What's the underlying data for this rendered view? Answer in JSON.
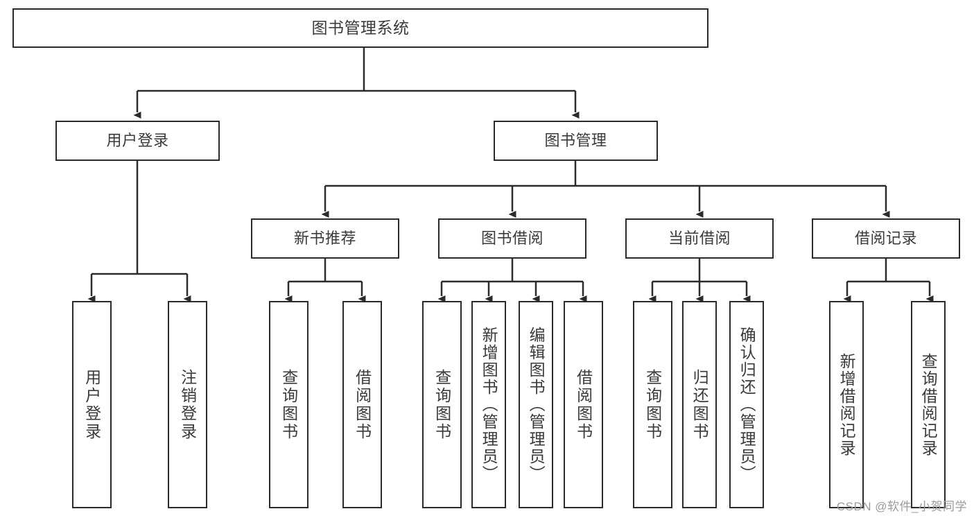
{
  "diagram": {
    "title": "图书管理系统",
    "root": {
      "id": "root",
      "label": "图书管理系统"
    },
    "level1": [
      {
        "id": "user-login",
        "label": "用户登录"
      },
      {
        "id": "book-manage",
        "label": "图书管理"
      }
    ],
    "level2": [
      {
        "id": "new-book-recommend",
        "label": "新书推荐"
      },
      {
        "id": "book-borrow",
        "label": "图书借阅"
      },
      {
        "id": "current-borrow",
        "label": "当前借阅"
      },
      {
        "id": "borrow-record",
        "label": "借阅记录"
      }
    ],
    "leaves": [
      {
        "id": "leaf-user-login",
        "label": "用户登录",
        "parent": "user-login"
      },
      {
        "id": "leaf-logout-login",
        "label": "注销登录",
        "parent": "user-login"
      },
      {
        "id": "leaf-query-book-1",
        "label": "查询图书",
        "parent": "new-book-recommend"
      },
      {
        "id": "leaf-borrow-book-1",
        "label": "借阅图书",
        "parent": "new-book-recommend"
      },
      {
        "id": "leaf-query-book-2",
        "label": "查询图书",
        "parent": "book-borrow"
      },
      {
        "id": "leaf-add-book",
        "label": "新增图书（管理员）",
        "parent": "book-borrow"
      },
      {
        "id": "leaf-edit-book",
        "label": "编辑图书（管理员）",
        "parent": "book-borrow"
      },
      {
        "id": "leaf-borrow-book-2",
        "label": "借阅图书",
        "parent": "book-borrow"
      },
      {
        "id": "leaf-query-book-3",
        "label": "查询图书",
        "parent": "current-borrow"
      },
      {
        "id": "leaf-return-book",
        "label": "归还图书",
        "parent": "current-borrow"
      },
      {
        "id": "leaf-confirm-return",
        "label": "确认归还（管理员）",
        "parent": "current-borrow"
      },
      {
        "id": "leaf-add-record",
        "label": "新增借阅记录",
        "parent": "borrow-record"
      },
      {
        "id": "leaf-query-record",
        "label": "查询借阅记录",
        "parent": "borrow-record"
      }
    ],
    "colors": {
      "stroke": "#2b2b2b",
      "text": "#3a3a3a",
      "background": "#ffffff",
      "watermark": "#9a9a9a"
    }
  },
  "watermark": {
    "text": "CSDN @软件_小贺同学"
  }
}
